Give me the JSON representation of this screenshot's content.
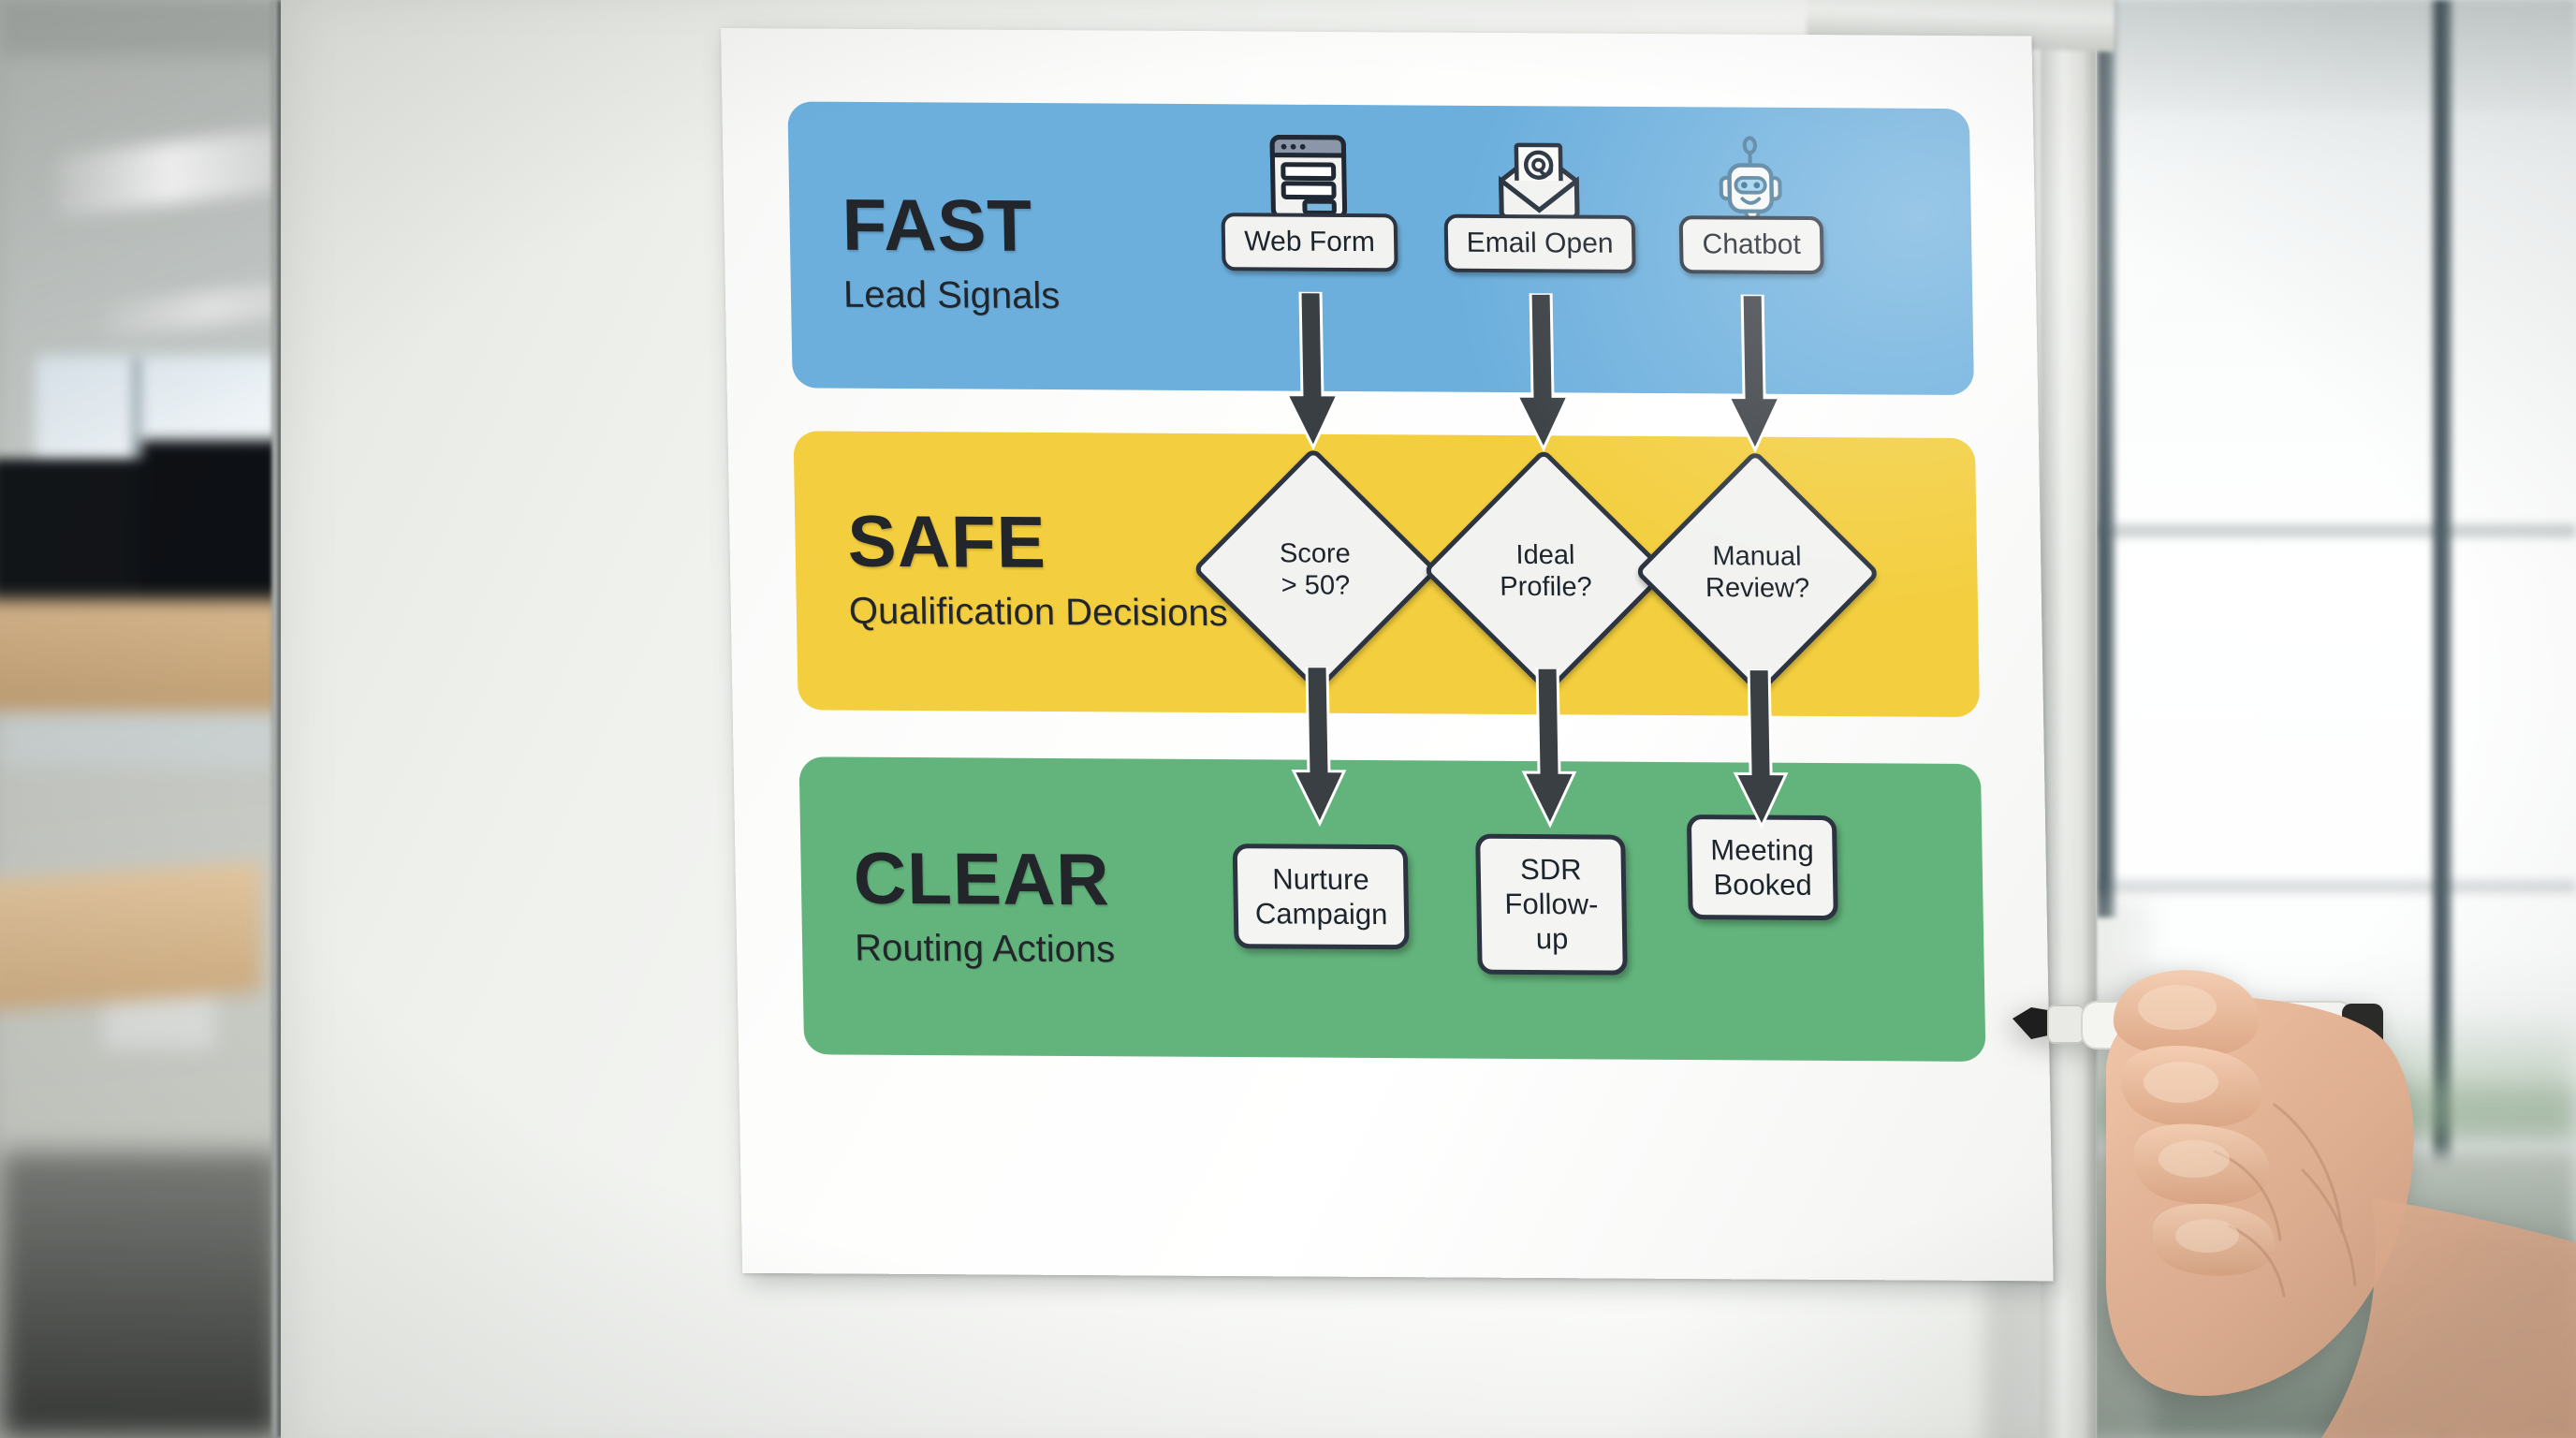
{
  "poster": {
    "title_alt": "FAST SAFE CLEAR lead routing flowchart",
    "bands": [
      {
        "id": "fast",
        "title": "FAST",
        "subtitle": "Lead Signals",
        "color": "#6CAFDD",
        "nodes": [
          {
            "label": "Web Form",
            "icon": "web-form-icon"
          },
          {
            "label": "Email Open",
            "icon": "email-open-icon"
          },
          {
            "label": "Chatbot",
            "icon": "chatbot-icon"
          }
        ]
      },
      {
        "id": "safe",
        "title": "SAFE",
        "subtitle": "Qualification Decisions",
        "color": "#F3CE3E",
        "nodes": [
          {
            "label": "Score\n> 50?",
            "line1": "Score",
            "line2": "> 50?"
          },
          {
            "label": "Ideal\nProfile?",
            "line1": "Ideal",
            "line2": "Profile?"
          },
          {
            "label": "Manual\nReview?",
            "line1": "Manual",
            "line2": "Review?"
          }
        ]
      },
      {
        "id": "clear",
        "title": "CLEAR",
        "subtitle": "Routing Actions",
        "color": "#63B47C",
        "nodes": [
          {
            "label": "Nurture\nCampaign"
          },
          {
            "label": "SDR\nFollow-up"
          },
          {
            "label": "Meeting\nBooked"
          }
        ]
      }
    ],
    "connectors": {
      "count": 6,
      "direction": "down",
      "color": "#3A3F44"
    }
  },
  "scene": {
    "surface": "whiteboard",
    "paper": "printed poster sheet",
    "hand": {
      "holding": "whiteboard-marker",
      "marker_body": "#F2F2EF",
      "marker_tip": "#1E1E1E"
    },
    "background": "blurred open-plan office with glass partition, desks, monitors and bright windows"
  }
}
